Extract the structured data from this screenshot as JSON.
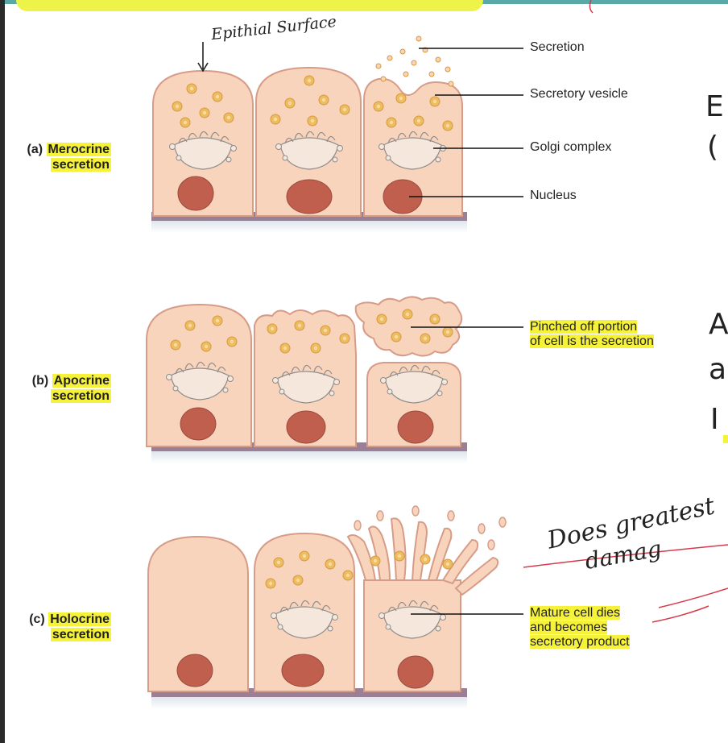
{
  "annotations": {
    "epithelial_surface": "Epithial Surface",
    "handwritten_note_line1": "Does greatest",
    "handwritten_note_line2": "damag"
  },
  "panels": [
    {
      "id": "a",
      "prefix": "(a)",
      "name": "Merocrine",
      "suffix": "secretion"
    },
    {
      "id": "b",
      "prefix": "(b)",
      "name": "Apocrine",
      "suffix": "secretion"
    },
    {
      "id": "c",
      "prefix": "(c)",
      "name": "Holocrine",
      "suffix": "secretion"
    }
  ],
  "callouts": {
    "secretion": "Secretion",
    "secretory_vesicle": "Secretory vesicle",
    "golgi_complex": "Golgi complex",
    "nucleus": "Nucleus",
    "pinched_line1": "Pinched off portion",
    "pinched_line2": "of cell is the secretion",
    "mature_line1": "Mature cell dies",
    "mature_line2": "and becomes",
    "mature_line3": "secretory product"
  },
  "cropped_side_text": {
    "t1": "E",
    "t2": "(",
    "t3": "A",
    "t4": "a",
    "t5": "I"
  },
  "colors": {
    "cell_fill": "#f8d4bc",
    "cell_stroke": "#d79c88",
    "nucleus": "#c05f4e",
    "basement": "#9b7f96",
    "vesicle": "#e6b35a",
    "highlight": "#f6f23a"
  }
}
